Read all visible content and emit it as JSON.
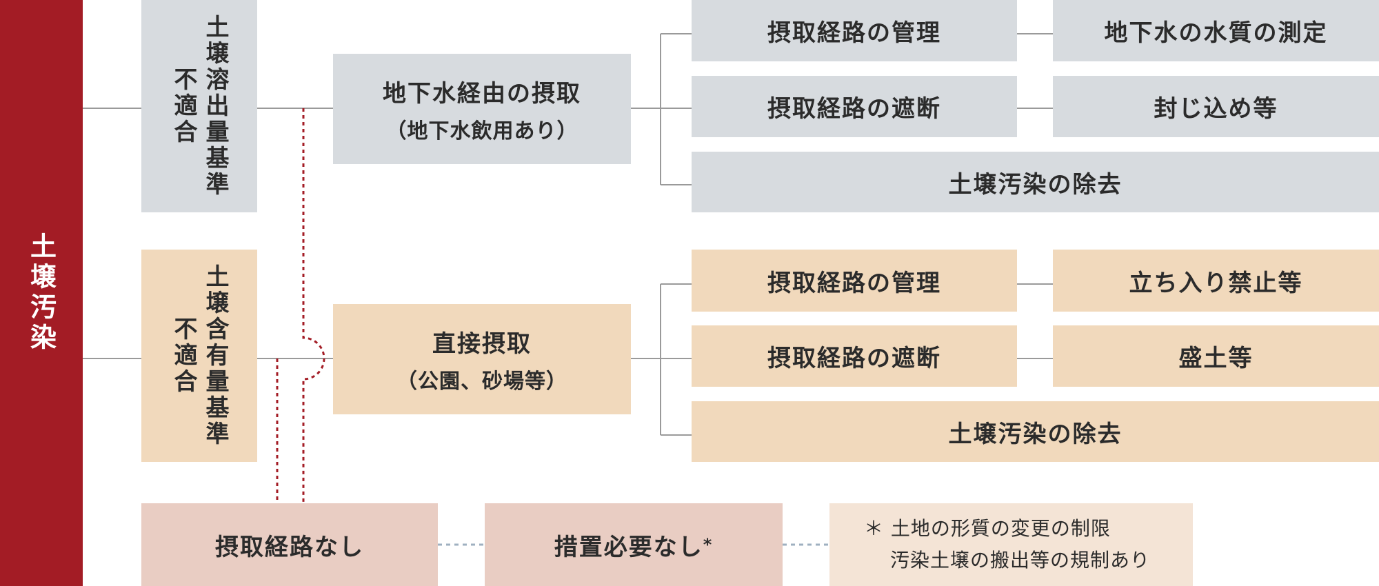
{
  "sidebar": {
    "label": "土壌汚染"
  },
  "categories": {
    "leaching": {
      "label": "土壌溶出量基準\n不適合",
      "line1": "土壌溶出量基準",
      "line2": "不適合"
    },
    "content": {
      "label": "土壌含有量基準\n不適合",
      "line1": "土壌含有量基準",
      "line2": "不適合"
    }
  },
  "routes": {
    "groundwater": {
      "title": "地下水経由の摂取",
      "sub": "（地下水飲用あり）"
    },
    "direct": {
      "title": "直接摂取",
      "sub": "（公園、砂場等）"
    }
  },
  "measures_top": {
    "manage": "摂取経路の管理",
    "manage_detail": "地下水の水質の測定",
    "block": "摂取経路の遮断",
    "block_detail": "封じ込め等",
    "remove": "土壌汚染の除去"
  },
  "measures_bottom": {
    "manage": "摂取経路の管理",
    "manage_detail": "立ち入り禁止等",
    "block": "摂取経路の遮断",
    "block_detail": "盛土等",
    "remove": "土壌汚染の除去"
  },
  "no_route": {
    "label": "摂取経路なし"
  },
  "no_measure": {
    "label": "措置必要なし",
    "mark": "*"
  },
  "note": {
    "line1": "＊ 土地の形質の変更の制限",
    "line2": "汚染土壌の搬出等の規制あり"
  },
  "colors": {
    "sidebar": "#a31c25",
    "gray": "#d7dbdf",
    "beige": "#f1d9bc",
    "pink": "#e9cdc3",
    "note": "#f4e4d6",
    "dotted_red": "#a31c25",
    "dotted_blue": "#9fb0c0"
  }
}
